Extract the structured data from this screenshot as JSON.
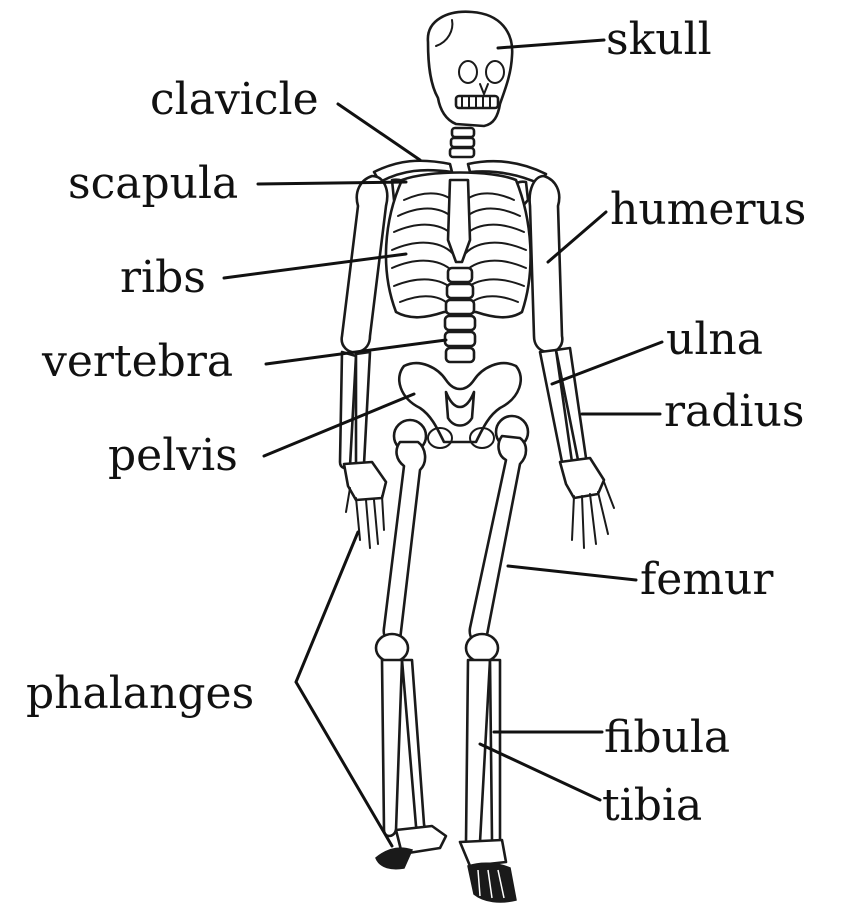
{
  "labels": {
    "skull": "skull",
    "clavicle": "clavicle",
    "scapula": "scapula",
    "humerus": "humerus",
    "ribs": "ribs",
    "vertebra": "vertebra",
    "ulna": "ulna",
    "radius": "radius",
    "pelvis": "pelvis",
    "femur": "femur",
    "phalanges": "phalanges",
    "fibula": "fibula",
    "tibia": "tibia"
  },
  "colors": {
    "line": "#111111",
    "bone_fill": "#ffffff",
    "background": "#ffffff"
  }
}
